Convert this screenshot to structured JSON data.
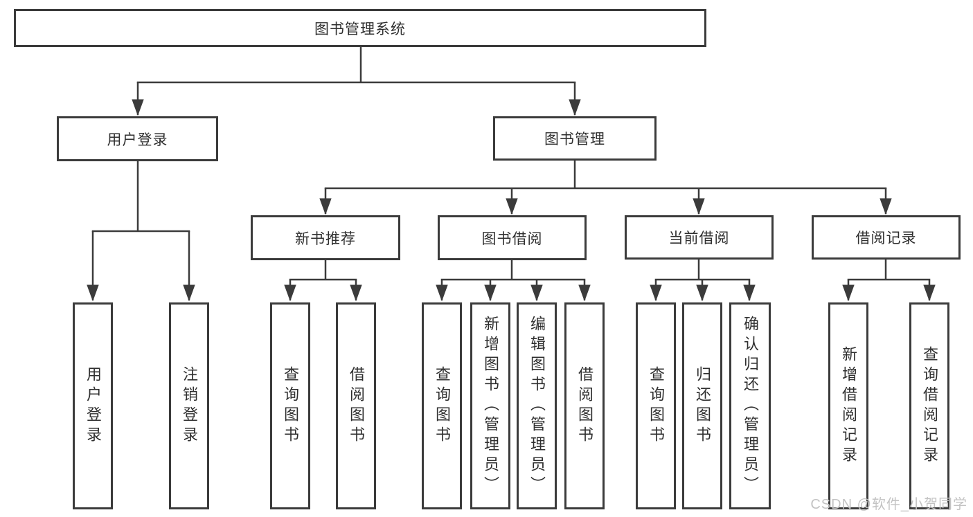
{
  "nodes": {
    "root": "图书管理系统",
    "user_login": "用户登录",
    "book_mgmt": "图书管理",
    "new_books": "新书推荐",
    "book_borrow": "图书借阅",
    "current_borrow": "当前借阅",
    "borrow_records": "借阅记录",
    "user_login_children": [
      "用户登录",
      "注销登录"
    ],
    "new_books_children": [
      "查询图书",
      "借阅图书"
    ],
    "book_borrow_children": [
      "查询图书",
      "新增图书（管理员）",
      "编辑图书（管理员）",
      "借阅图书"
    ],
    "current_borrow_children": [
      "查询图书",
      "归还图书",
      "确认归还（管理员）"
    ],
    "borrow_records_children": [
      "新增借阅记录",
      "查询借阅记录"
    ]
  },
  "watermark": "CSDN @软件_小贺同学",
  "colors": {
    "line": "#3b3b3b",
    "text": "#2f2f2f",
    "box_background": "#ffffff",
    "watermark": "#c3c3c3"
  }
}
